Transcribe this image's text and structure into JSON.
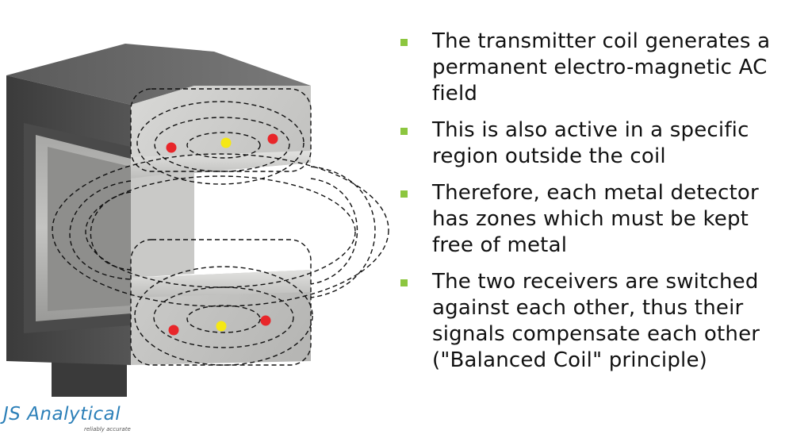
{
  "bullets": [
    "The transmitter coil generates a\npermanent electro-magnetic AC\nfield",
    "This is also active in a specific\nregion outside the coil",
    "Therefore, each metal detector\nhas zones which must be kept\nfree of metal",
    "The two receivers are switched\nagainst each other, thus their\nsignals compensate each other\n(\"Balanced Coil\" principle)"
  ],
  "logo": {
    "name": "JS Analytical",
    "tagline": "reliably accurate"
  },
  "colors": {
    "bullet_marker": "#8cc63f",
    "receiver_dot": "#e8262a",
    "transmitter_dot": "#f5e814",
    "logo_blue": "#2b7fb8"
  }
}
